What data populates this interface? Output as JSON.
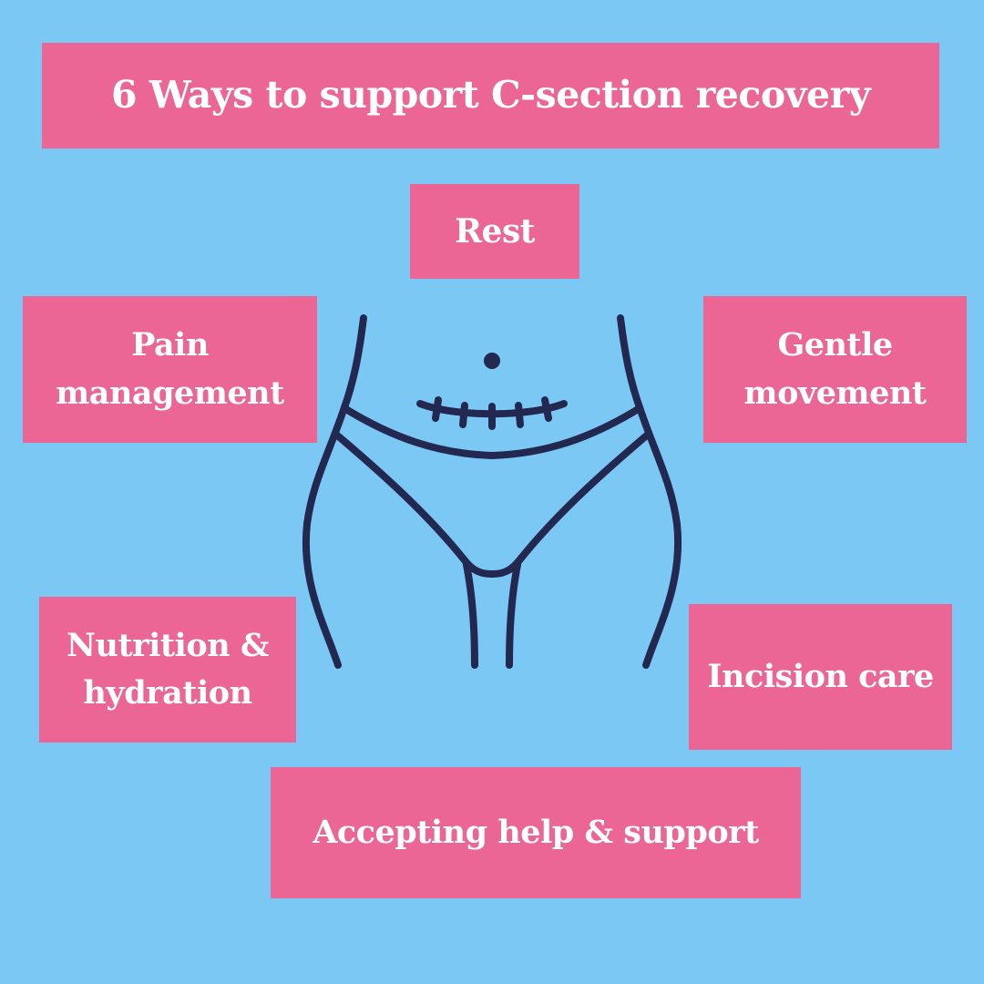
{
  "title": "6 Ways to support C-section recovery",
  "items": {
    "rest": "Rest",
    "pain_1": "Pain",
    "pain_2": "management",
    "gentle_1": "Gentle",
    "gentle_2": "movement",
    "nutrition_1": "Nutrition &",
    "nutrition_2": "hydration",
    "incision": "Incision care",
    "accepting": "Accepting help & support"
  },
  "colors": {
    "background": "#7CC8F4",
    "box": "#EB6595",
    "line": "#232851"
  }
}
